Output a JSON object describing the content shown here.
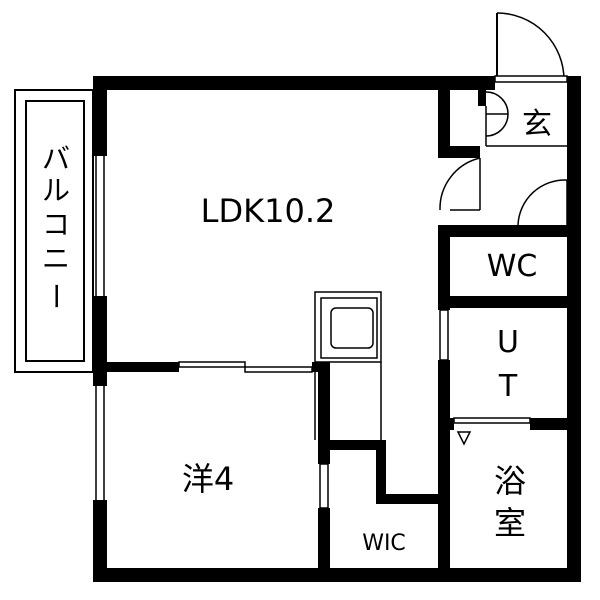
{
  "floorplan": {
    "rooms": {
      "ldk": "LDK10.2",
      "western_room": "洋4",
      "wic": "WIC",
      "wc": "WC",
      "ut_top": "U",
      "ut_bottom": "T",
      "bath_top": "浴",
      "bath_bottom": "室",
      "entrance": "玄",
      "balcony": [
        "バ",
        "ル",
        "コ",
        "ニ",
        "ー"
      ]
    }
  }
}
